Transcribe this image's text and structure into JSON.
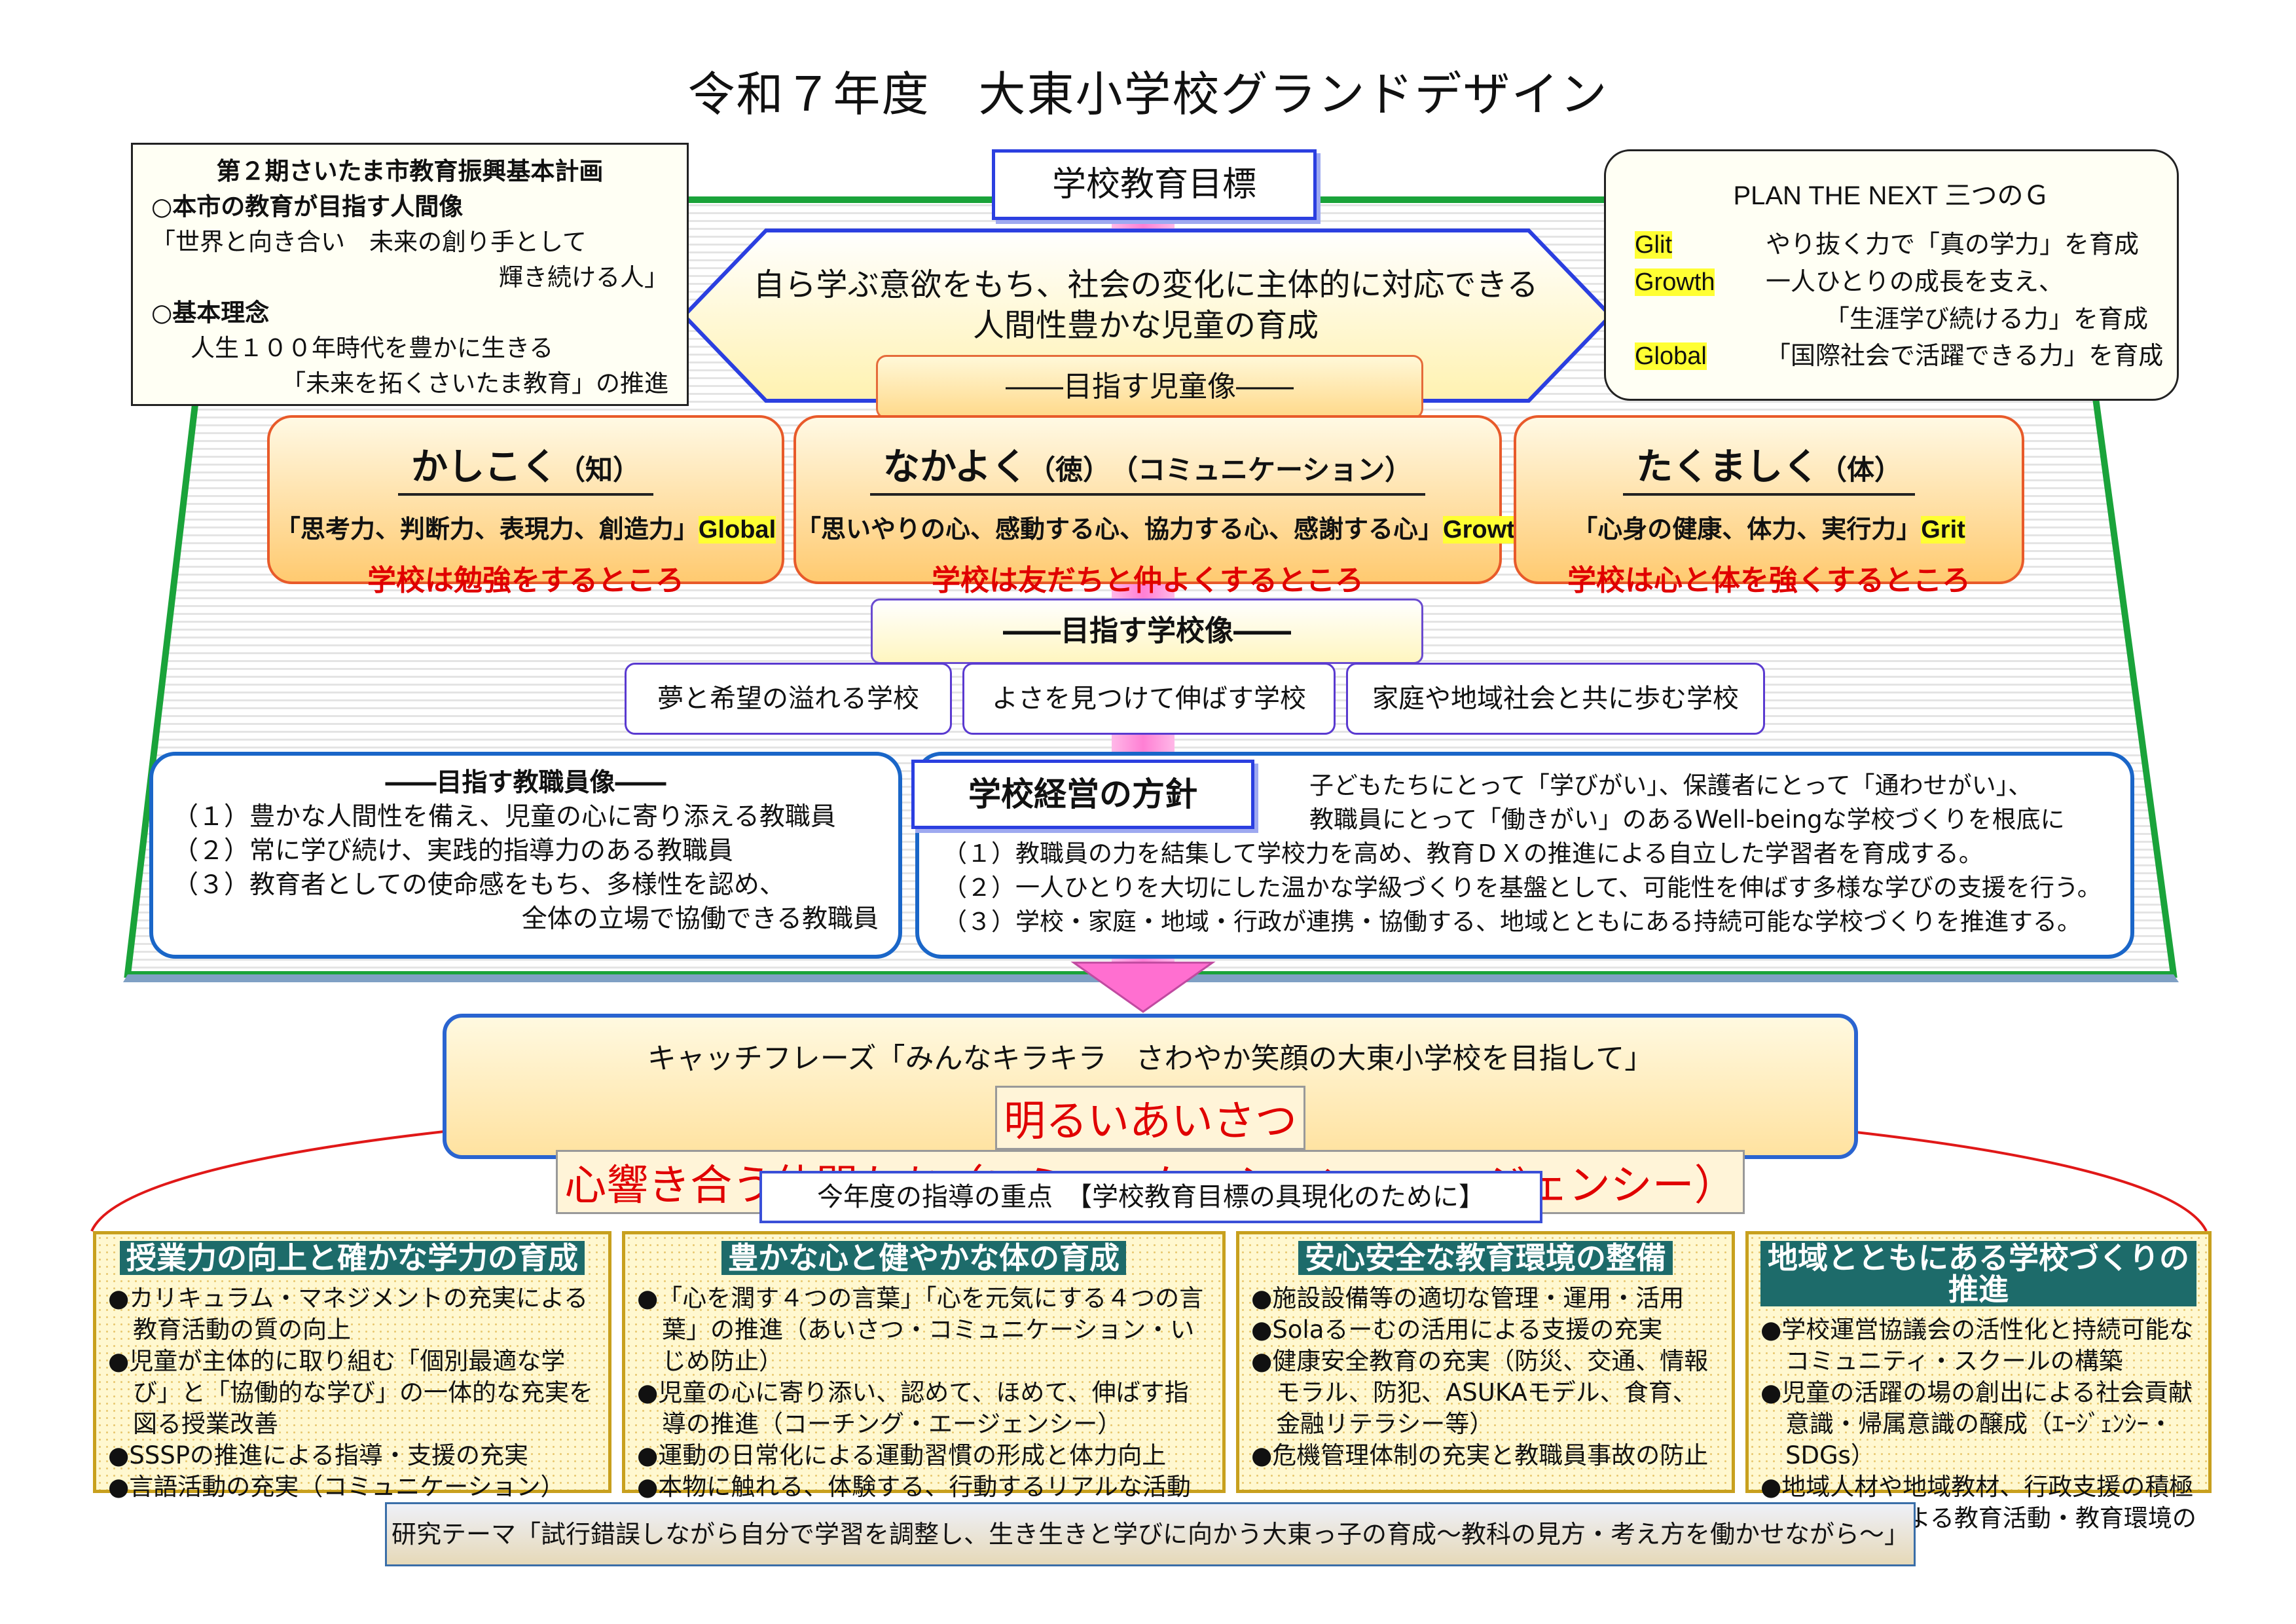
{
  "title": "令和７年度　大東小学校グランドデザイン",
  "plan": {
    "title": "第２期さいたま市教育振興基本計画",
    "l1": "○本市の教育が目指す人間像",
    "l2": "「世界と向き合い　未来の創り手として",
    "l3": "輝き続ける人」",
    "l4": "○基本理念",
    "l5": "人生１００年時代を豊かに生きる",
    "l6": "「未来を拓くさいたま教育」の推進"
  },
  "goal": {
    "header": "学校教育目標",
    "line1": "自ら学ぶ意欲をもち、社会の変化に主体的に対応できる",
    "line2": "人間性豊かな児童の育成"
  },
  "three_g": {
    "title": "PLAN THE NEXT 三つのＧ",
    "g1k": "Glit",
    "g1": "やり抜く力で「真の学力」を育成",
    "g2k": "Growth",
    "g2": "一人ひとりの成長を支え、",
    "g2b": "「生涯学び続ける力」を育成",
    "g3k": "Global",
    "g3": "「国際社会で活躍できる力」を育成"
  },
  "child": {
    "header": "――目指す児童像――",
    "cards": [
      {
        "title": "かしこく",
        "sub": "（知）",
        "qualities": "「思考力、判断力、表現力、創造力」",
        "tag": "Global",
        "motto": "学校は勉強をするところ"
      },
      {
        "title": "なかよく",
        "sub": "（徳）　（コミュニケーション）",
        "qualities": "「思いやりの心、感動する心、協力する心、感謝する心」",
        "tag": "Growth",
        "motto": "学校は友だちと仲よくするところ"
      },
      {
        "title": "たくましく",
        "sub": "（体）",
        "qualities": "「心身の健康、体力、実行力」",
        "tag": "Grit",
        "motto": "学校は心と体を強くするところ"
      }
    ]
  },
  "school": {
    "header": "――目指す学校像――",
    "items": [
      "夢と希望の溢れる学校",
      "よさを見つけて伸ばす学校",
      "家庭や地域社会と共に歩む学校"
    ]
  },
  "staff": {
    "header": "――目指す教職員像――",
    "items": [
      "（１）豊かな人間性を備え、児童の心に寄り添える教職員",
      "（２）常に学び続け、実践的指導力のある教職員",
      "（３）教育者としての使命感をもち、多様性を認め、"
    ],
    "item3b": "全体の立場で協働できる教職員"
  },
  "policy": {
    "header": "学校経営の方針",
    "intro1": "子どもたちにとって「学びがい」、保護者にとって「通わせがい」、",
    "intro2": "教職員にとって「働きがい」のあるWell-beingな学校づくりを根底に",
    "items": [
      "（１）教職員の力を結集して学校力を高め、教育ＤＸの推進による自立した学習者を育成する。",
      "（２）一人ひとりを大切にした温かな学級づくりを基盤として、可能性を伸ばす多様な学びの支援を行う。",
      "（３）学校・家庭・地域・行政が連携・協働する、地域とともにある持続可能な学校づくりを推進する。"
    ]
  },
  "catch": {
    "line1": "キャッチフレーズ「みんなキラキラ　さわやか笑顔の大東小学校を目指して」",
    "p1": "明るいあいさつ",
    "p2": "心響き合う仲間たち（コミュニケーション・エージェンシー）"
  },
  "focus": "今年度の指導の重点　【学校教育目標の具現化のために】",
  "columns": [
    {
      "title": "授業力の向上と確かな学力の育成",
      "items": [
        "●カリキュラム・マネジメントの充実による教育活動の質の向上",
        "●児童が主体的に取り組む「個別最適な学び」と「協働的な学び」の一体的な充実を図る授業改善",
        "●SSSPの推進による指導・支援の充実",
        "●言語活動の充実（コミュニケーション）"
      ]
    },
    {
      "title": "豊かな心と健やかな体の育成",
      "items": [
        "●「心を潤す４つの言葉」「心を元気にする４つの言葉」の推進（あいさつ・コミュニケーション・いじめ防止）",
        "●児童の心に寄り添い、認めて、ほめて、伸ばす指導の推進（コーチング・エージェンシー）",
        "●運動の日常化による運動習慣の形成と体力向上",
        "●本物に触れる、体験する、行動するリアルな活動の充実"
      ]
    },
    {
      "title": "安心安全な教育環境の整備",
      "items": [
        "●施設設備等の適切な管理・運用・活用",
        "●Solaるーむの活用による支援の充実",
        "●健康安全教育の充実（防災、交通、情報モラル、防犯、ASUKAモデル、食育、金融リテラシー等）",
        "●危機管理体制の充実と教職員事故の防止"
      ]
    },
    {
      "title": "地域とともにある学校づくりの推進",
      "items": [
        "●学校運営協議会の活性化と持続可能なコミュニティ・スクールの構築",
        "●児童の活躍の場の創出による社会貢献意識・帰属意識の醸成（ｴｰｼﾞｪﾝｼｰ・SDGs）",
        "●地域人材や地域教材、行政支援の積極的な活用による教育活動・教育環境の充実"
      ]
    }
  ],
  "research": "研究テーマ「試行錯誤しながら自分で学習を調整し、生き生きと学びに向かう大東っ子の育成～教科の見方・考え方を働かせながら～」"
}
